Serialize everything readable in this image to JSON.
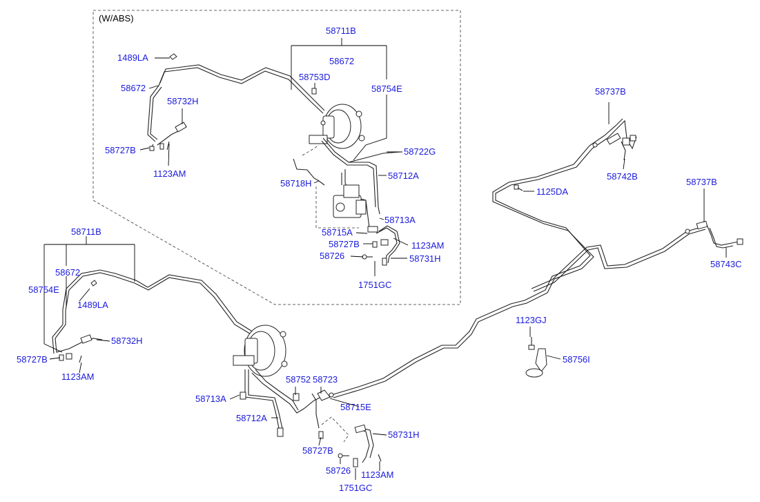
{
  "section": {
    "label": "(W/ABS)"
  },
  "labels": {
    "top_58711B": "58711B",
    "top_58672_a": "58672",
    "top_1489LA": "1489LA",
    "top_58672_b": "58672",
    "top_58753D": "58753D",
    "top_58754E": "58754E",
    "top_58732H": "58732H",
    "top_58727B": "58727B",
    "top_1123AM": "1123AM",
    "top_58722G": "58722G",
    "top_58712A": "58712A",
    "top_58718H": "58718H",
    "top_58713A": "58713A",
    "top_58715A": "58715A",
    "top_58727B_b": "58727B",
    "top_1123AM_b": "1123AM",
    "top_58726": "58726",
    "top_58731H": "58731H",
    "top_1751GC": "1751GC",
    "r_58737B_a": "58737B",
    "r_58742B": "58742B",
    "r_1125DA": "1125DA",
    "r_58737B_b": "58737B",
    "r_58743C": "58743C",
    "r_1123GJ": "1123GJ",
    "r_58756I": "58756I",
    "l_58711B": "58711B",
    "l_58672": "58672",
    "l_58754E": "58754E",
    "l_1489LA": "1489LA",
    "l_58732H": "58732H",
    "l_58727B": "58727B",
    "l_1123AM": "1123AM",
    "b_58713A": "58713A",
    "b_58752": "58752",
    "b_58723": "58723",
    "b_58715E": "58715E",
    "b_58712A": "58712A",
    "b_58731H": "58731H",
    "b_58727B": "58727B",
    "b_58726": "58726",
    "b_1123AM": "1123AM",
    "b_1751GC": "1751GC"
  },
  "colors": {
    "label": "#1a1adc",
    "line": "#222222"
  }
}
